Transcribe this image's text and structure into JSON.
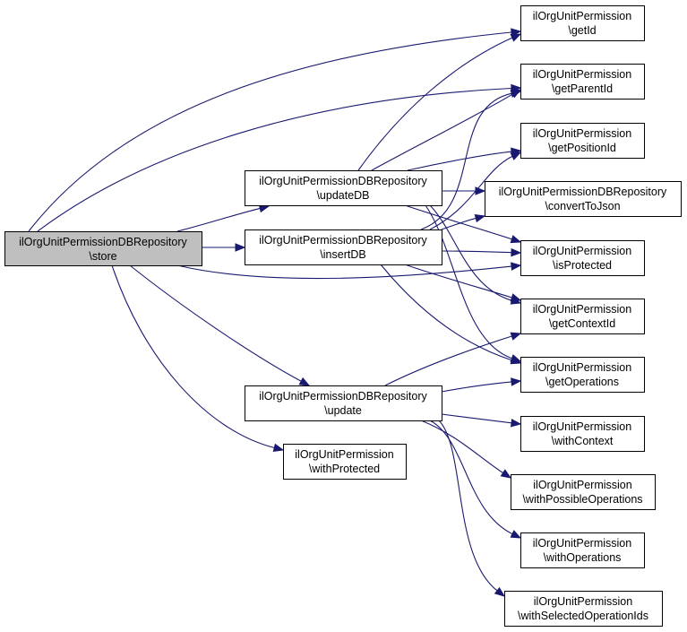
{
  "title": "Call graph of ilOrgUnitPermissionDBRepository\\store",
  "colors": {
    "edge": "#191970",
    "root_fill": "#bfbfbf",
    "node_fill": "#ffffff",
    "node_border": "#000000"
  },
  "nodes": [
    {
      "id": "store",
      "line1": "ilOrgUnitPermissionDBRepository",
      "line2": "\\store",
      "root": true
    },
    {
      "id": "updateDB",
      "line1": "ilOrgUnitPermissionDBRepository",
      "line2": "\\updateDB"
    },
    {
      "id": "insertDB",
      "line1": "ilOrgUnitPermissionDBRepository",
      "line2": "\\insertDB"
    },
    {
      "id": "update",
      "line1": "ilOrgUnitPermissionDBRepository",
      "line2": "\\update"
    },
    {
      "id": "withProtected",
      "line1": "ilOrgUnitPermission",
      "line2": "\\withProtected"
    },
    {
      "id": "getId",
      "line1": "ilOrgUnitPermission",
      "line2": "\\getId"
    },
    {
      "id": "getParentId",
      "line1": "ilOrgUnitPermission",
      "line2": "\\getParentId"
    },
    {
      "id": "getPositionId",
      "line1": "ilOrgUnitPermission",
      "line2": "\\getPositionId"
    },
    {
      "id": "convertToJson",
      "line1": "ilOrgUnitPermissionDBRepository",
      "line2": "\\convertToJson"
    },
    {
      "id": "isProtected",
      "line1": "ilOrgUnitPermission",
      "line2": "\\isProtected"
    },
    {
      "id": "getContextId",
      "line1": "ilOrgUnitPermission",
      "line2": "\\getContextId"
    },
    {
      "id": "getOperations",
      "line1": "ilOrgUnitPermission",
      "line2": "\\getOperations"
    },
    {
      "id": "withContext",
      "line1": "ilOrgUnitPermission",
      "line2": "\\withContext"
    },
    {
      "id": "withPossibleOperations",
      "line1": "ilOrgUnitPermission",
      "line2": "\\withPossibleOperations"
    },
    {
      "id": "withOperations",
      "line1": "ilOrgUnitPermission",
      "line2": "\\withOperations"
    },
    {
      "id": "withSelectedOperationIds",
      "line1": "ilOrgUnitPermission",
      "line2": "\\withSelectedOperationIds"
    }
  ],
  "edges": [
    {
      "from": "store",
      "to": "getId"
    },
    {
      "from": "store",
      "to": "getParentId"
    },
    {
      "from": "store",
      "to": "updateDB"
    },
    {
      "from": "store",
      "to": "insertDB"
    },
    {
      "from": "store",
      "to": "isProtected"
    },
    {
      "from": "store",
      "to": "update"
    },
    {
      "from": "store",
      "to": "withProtected"
    },
    {
      "from": "updateDB",
      "to": "getId"
    },
    {
      "from": "updateDB",
      "to": "getParentId"
    },
    {
      "from": "updateDB",
      "to": "getPositionId"
    },
    {
      "from": "updateDB",
      "to": "convertToJson"
    },
    {
      "from": "updateDB",
      "to": "isProtected"
    },
    {
      "from": "updateDB",
      "to": "getContextId"
    },
    {
      "from": "updateDB",
      "to": "getOperations"
    },
    {
      "from": "insertDB",
      "to": "getParentId"
    },
    {
      "from": "insertDB",
      "to": "getPositionId"
    },
    {
      "from": "insertDB",
      "to": "convertToJson"
    },
    {
      "from": "insertDB",
      "to": "isProtected"
    },
    {
      "from": "insertDB",
      "to": "getContextId"
    },
    {
      "from": "insertDB",
      "to": "getOperations"
    },
    {
      "from": "update",
      "to": "getContextId"
    },
    {
      "from": "update",
      "to": "getOperations"
    },
    {
      "from": "update",
      "to": "withContext"
    },
    {
      "from": "update",
      "to": "withPossibleOperations"
    },
    {
      "from": "update",
      "to": "withOperations"
    },
    {
      "from": "update",
      "to": "withSelectedOperationIds"
    }
  ]
}
